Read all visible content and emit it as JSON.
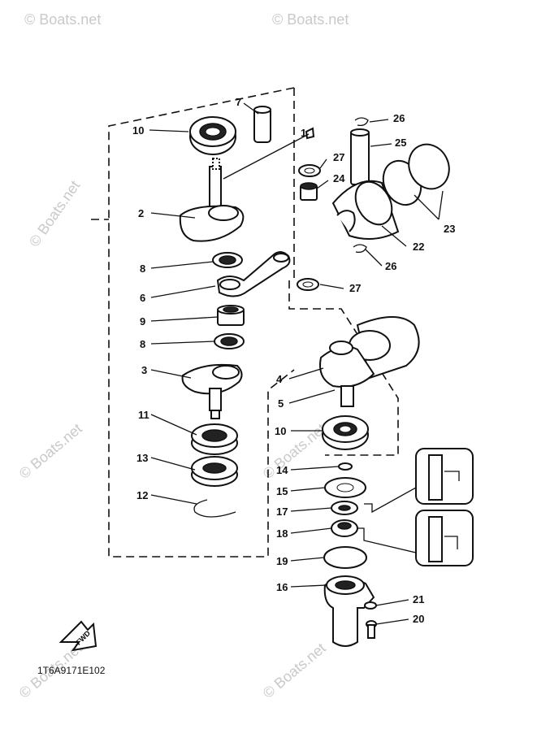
{
  "diagram": {
    "code": "1T6A9171E102",
    "fwd_label": "FWD",
    "watermark": "© Boats.net",
    "callouts": {
      "p1": "1",
      "p2": "2",
      "p3": "3",
      "p4": "4",
      "p5": "5",
      "p6": "6",
      "p7": "7",
      "p8a": "8",
      "p8b": "8",
      "p9": "9",
      "p10a": "10",
      "p10b": "10",
      "p11": "11",
      "p12": "12",
      "p13": "13",
      "p14": "14",
      "p15": "15",
      "p16": "16",
      "p17": "17",
      "p18": "18",
      "p19": "19",
      "p20": "20",
      "p21": "21",
      "p22": "22",
      "p23": "23",
      "p24": "24",
      "p25": "25",
      "p26a": "26",
      "p26b": "26",
      "p27a": "27",
      "p27b": "27"
    }
  }
}
